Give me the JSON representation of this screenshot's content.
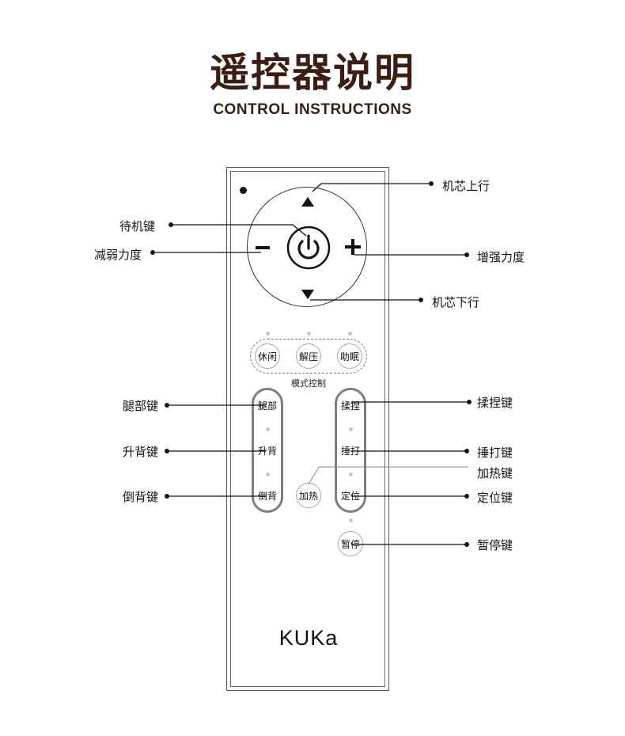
{
  "header": {
    "title": "遥控器说明",
    "subtitle": "CONTROL INSTRUCTIONS"
  },
  "remote": {
    "mode_group_label": "模式控制",
    "brand": "KUKa",
    "mode_buttons": [
      "休闲",
      "解压",
      "助眠"
    ],
    "left_column_buttons": [
      "腿部",
      "升背",
      "倒背"
    ],
    "right_column_buttons": [
      "揉捏",
      "捶打",
      "定位"
    ],
    "heat_button": "加热",
    "pause_button": "暂停"
  },
  "callouts": {
    "core_up": "机芯上行",
    "standby_key": "待机键",
    "decrease_strength": "减弱力度",
    "increase_strength": "增强力度",
    "core_down": "机芯下行",
    "leg_key": "腿部键",
    "raise_back_key": "升背键",
    "lower_back_key": "倒背键",
    "knead_key": "揉捏键",
    "tap_key": "捶打键",
    "heat_key": "加热键",
    "position_key": "定位键",
    "pause_key": "暂停键"
  },
  "icons": {
    "power": "power-icon",
    "up": "triangle-up-icon",
    "down": "triangle-down-icon",
    "minus": "minus-icon",
    "plus": "plus-icon"
  },
  "colors": {
    "title": "#3b1d12",
    "pill_border": "#7e7e7e",
    "line": "#111111"
  }
}
